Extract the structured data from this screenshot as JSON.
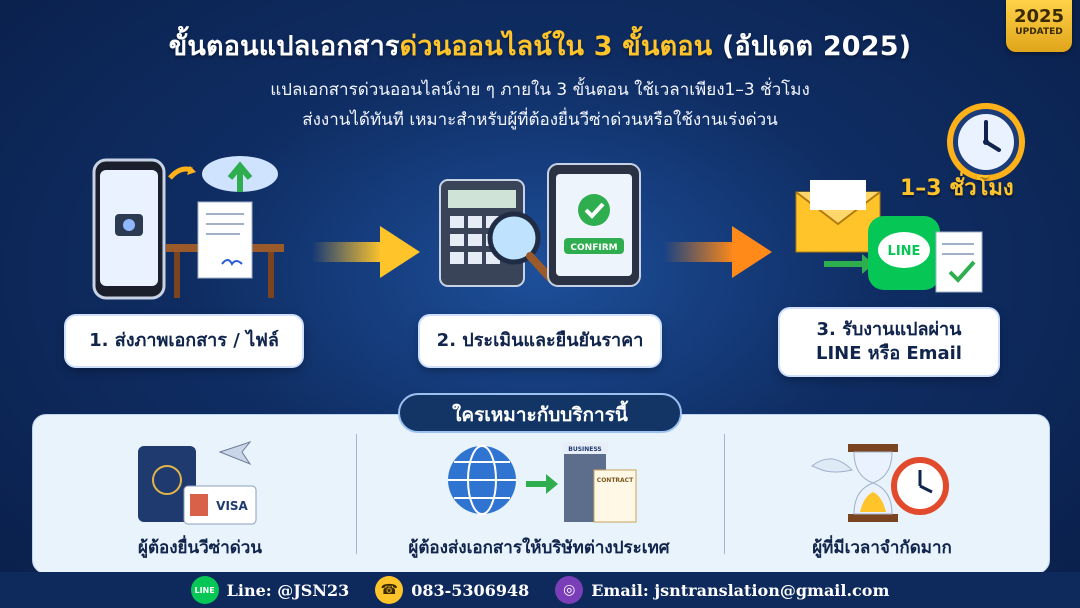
{
  "header": {
    "title_main": "ขั้นตอนแปลเอกสาร",
    "title_highlight": "ด่วนออนไลน์ใน 3 ขั้นตอน",
    "title_tail": " (อัปเดต 2025)",
    "badge_year": "2025",
    "badge_text": "UPDATED",
    "subtitle_line1": "แปลเอกสารด่วนออนไลน์ง่าย ๆ ภายใน 3 ขั้นตอน ใช้เวลาเพียง1–3 ชั่วโมง",
    "subtitle_line2": "ส่งงานได้ทันที เหมาะสำหรับผู้ที่ต้องยื่นวีซ่าด่วนหรือใช้งานเร่งด่วน"
  },
  "turnaround": {
    "label": "1–3 ชั่วโมง"
  },
  "steps": [
    {
      "label": "1. ส่งภาพเอกสาร / ไฟล์"
    },
    {
      "label": "2. ประเมินและยืนยันราคา",
      "confirm_text": "CONFIRM"
    },
    {
      "label_line1": "3. รับงานแปลผ่าน",
      "label_line2": "LINE หรือ Email",
      "line_logo_text": "LINE"
    }
  ],
  "audience": {
    "title": "ใครเหมาะกับบริการนี้",
    "items": [
      {
        "label": "ผู้ต้องยื่นวีซ่าด่วน",
        "visa_text": "VISA"
      },
      {
        "label": "ผู้ต้องส่งเอกสารให้บริษัทต่างประเทศ",
        "business_text": "BUSINESS",
        "contract_text": "CONTRACT"
      },
      {
        "label": "ผู้ที่มีเวลาจำกัดมาก"
      }
    ]
  },
  "footer": {
    "line_icon_text": "LINE",
    "line": "Line: @JSN23",
    "phone": "083-5306948",
    "email": "Email: jsntranslation@gmail.com"
  },
  "colors": {
    "accent": "#ffc42a",
    "navy": "#0e2a5c",
    "line_green": "#06c755"
  }
}
